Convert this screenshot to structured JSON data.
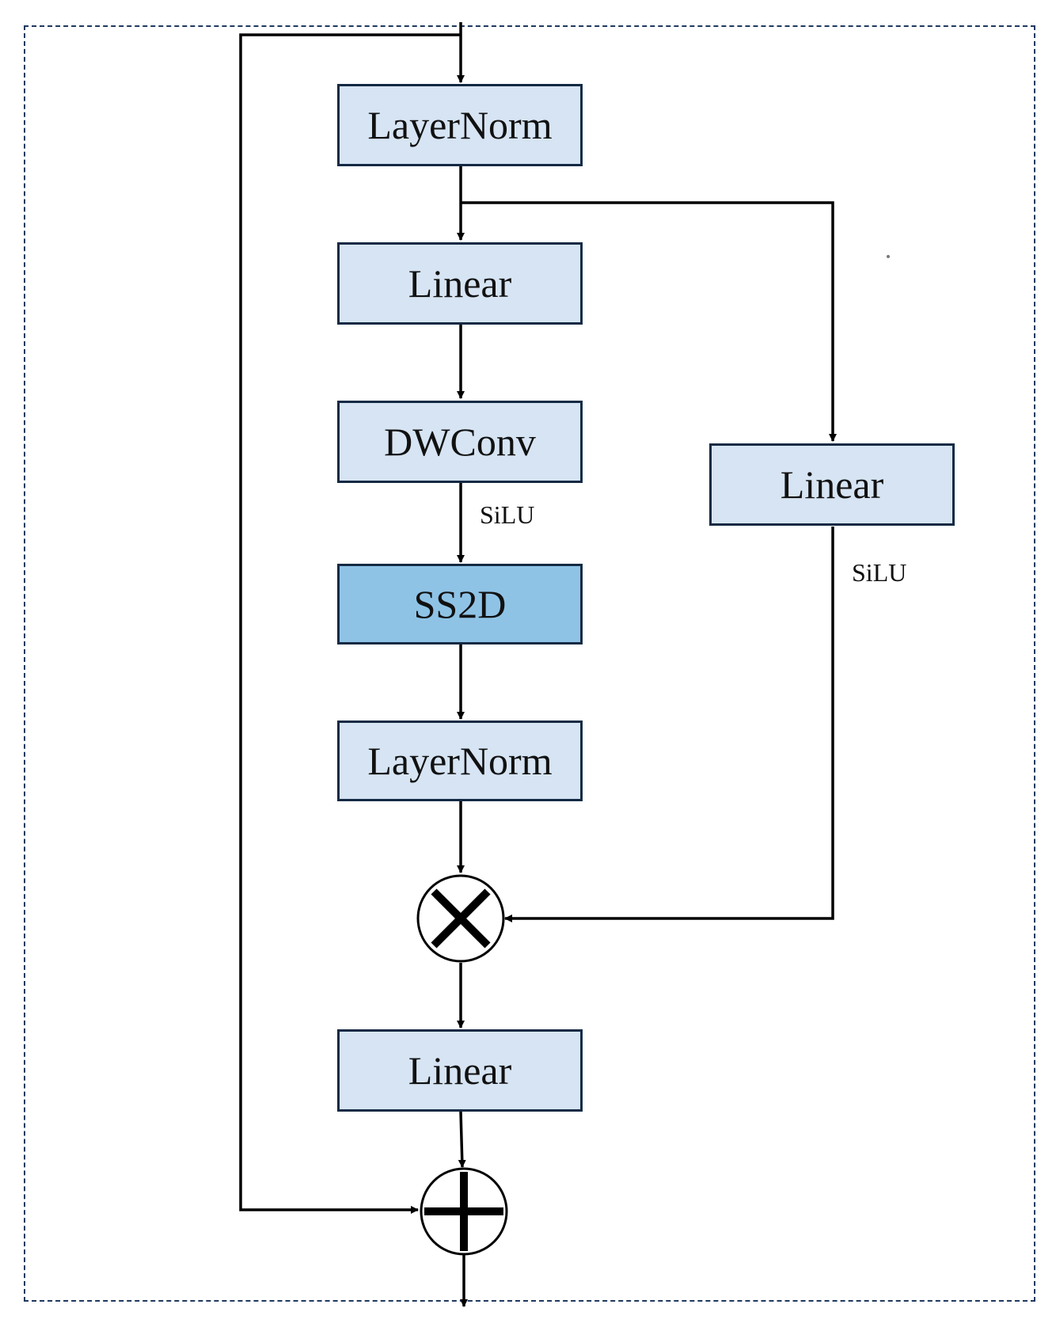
{
  "blocks": {
    "layernorm_top": "LayerNorm",
    "linear_main": "Linear",
    "dwconv": "DWConv",
    "ss2d": "SS2D",
    "layernorm_bottom": "LayerNorm",
    "linear_gate": "Linear",
    "linear_out": "Linear"
  },
  "activations": {
    "after_dwconv": "SiLU",
    "after_gate": "SiLU"
  },
  "operators": {
    "multiply": "multiply-icon",
    "add": "add-icon"
  },
  "colors": {
    "block_fill": "#d6e4f3",
    "highlight_fill": "#8fc3e6",
    "border": "#142a44",
    "frame": "#1f3a5f"
  }
}
